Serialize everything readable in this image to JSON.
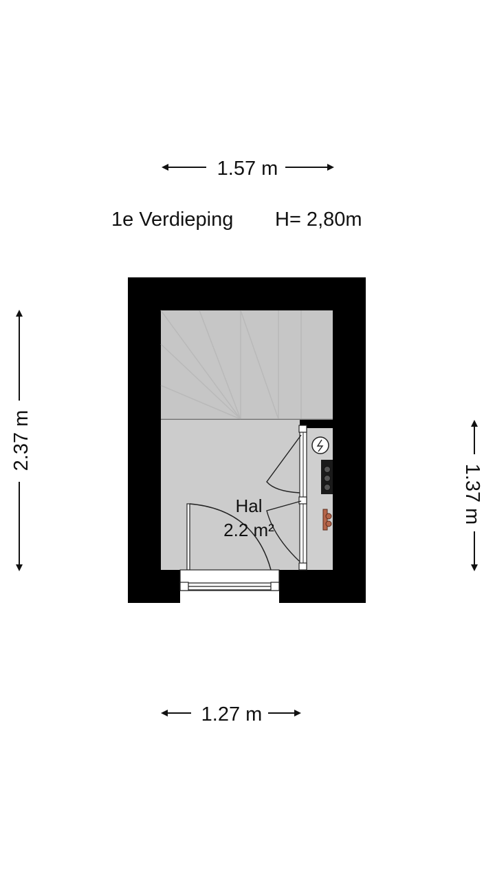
{
  "floor": {
    "name": "1e Verdieping",
    "height": "H= 2,80m"
  },
  "dimensions": {
    "top_width": "1.57 m",
    "bottom_width": "1.27 m",
    "left_height": "2.37 m",
    "right_height": "1.37 m"
  },
  "room": {
    "name": "Hal",
    "area": "2.2 m²"
  },
  "icons": [
    "electrical-meter-icon",
    "gas-meter-icon",
    "valve-icon"
  ],
  "colors": {
    "wall": "#000000",
    "floor": "#cccccc",
    "stairs": "#c4c4c4",
    "valve": "#b5654a"
  }
}
